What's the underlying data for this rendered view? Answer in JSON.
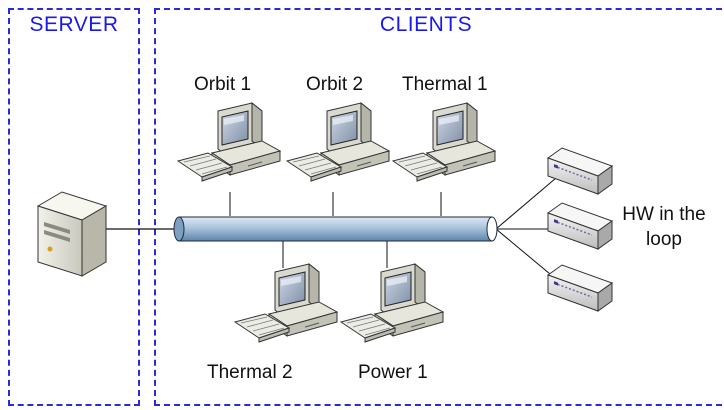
{
  "regions": {
    "server": {
      "title": "SERVER"
    },
    "clients": {
      "title": "CLIENTS"
    }
  },
  "clients": [
    {
      "label": "Orbit 1"
    },
    {
      "label": "Orbit 2"
    },
    {
      "label": "Thermal 1"
    },
    {
      "label": "Thermal 2"
    },
    {
      "label": "Power 1"
    }
  ],
  "hardware": {
    "label_line1": "HW in the",
    "label_line2": "loop"
  },
  "colors": {
    "region_border": "#2b2bd6",
    "region_title": "#1a1ae6",
    "bus_fill": "#a9c4dd"
  }
}
